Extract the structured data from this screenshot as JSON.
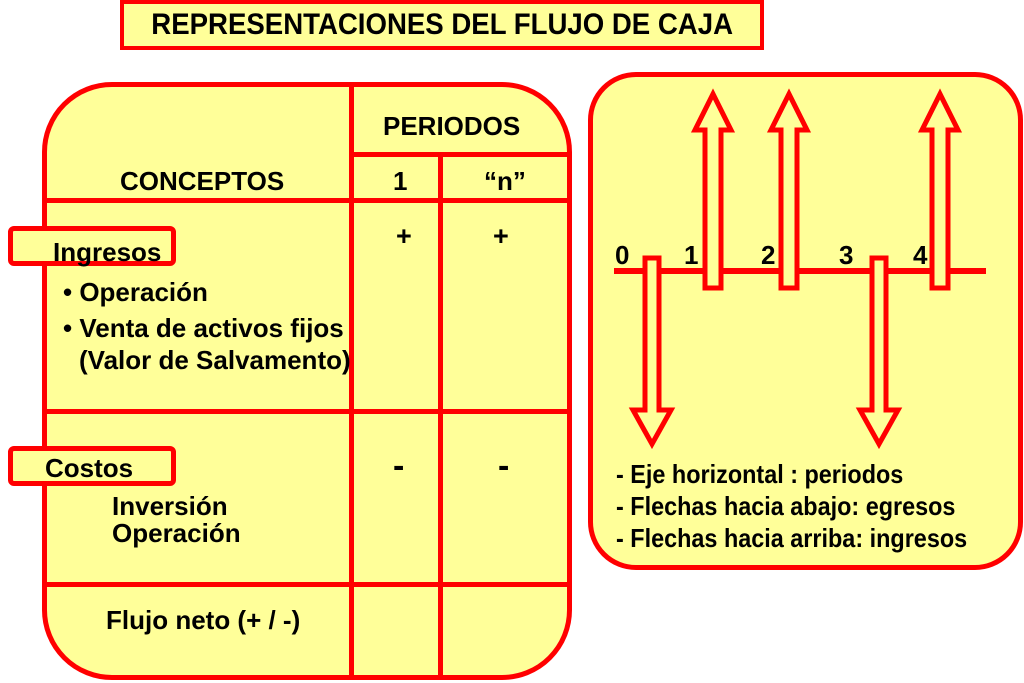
{
  "title": "REPRESENTACIONES DEL FLUJO DE CAJA",
  "table": {
    "header_periods": "PERIODOS",
    "header_concepts": "CONCEPTOS",
    "period_1": "1",
    "period_n": "“n”",
    "ingresos": {
      "label": "Ingresos",
      "items": [
        "• Operación",
        "• Venta de activos fijos",
        "(Valor de Salvamento)"
      ],
      "sign_1": "+",
      "sign_n": "+"
    },
    "costos": {
      "label": "Costos",
      "items": [
        "Inversión",
        "Operación"
      ],
      "sign_1": "-",
      "sign_n": "-"
    },
    "flujo_neto": "Flujo neto (+ / -)"
  },
  "diagram": {
    "axis_labels": [
      "0",
      "1",
      "2",
      "3",
      "4"
    ],
    "legend": [
      "-  Eje horizontal : periodos",
      "- Flechas hacia abajo: egresos",
      "- Flechas hacia arriba: ingresos"
    ]
  },
  "colors": {
    "border": "#ff0000",
    "fill": "#ffff99",
    "text": "#000000"
  }
}
